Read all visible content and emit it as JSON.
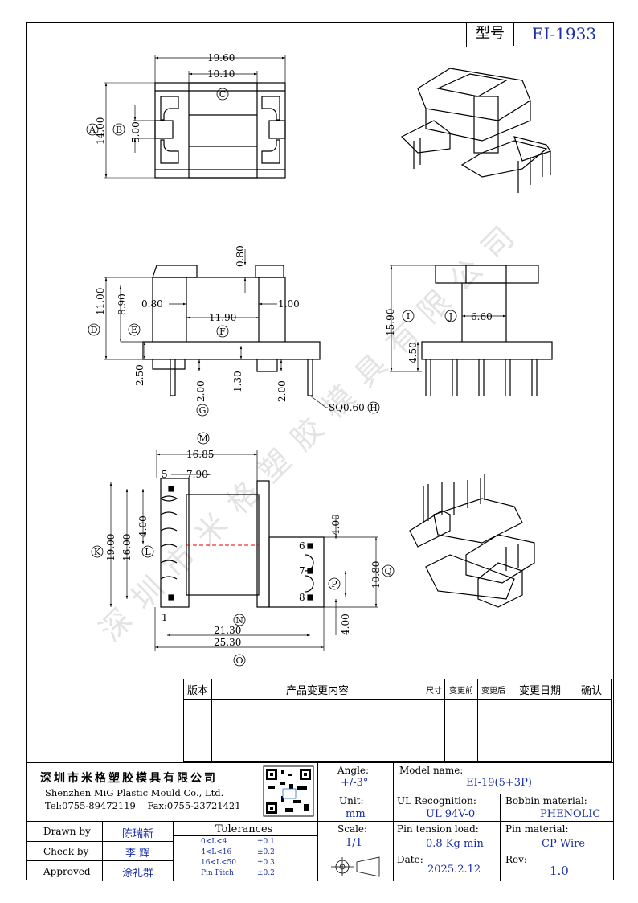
{
  "model": {
    "label": "型号",
    "value": "EI-1933"
  },
  "top_view": {
    "dims": [
      "19.60",
      "10.10",
      "14.00",
      "5.00"
    ],
    "circles": [
      "C",
      "A",
      "B"
    ]
  },
  "front_view": {
    "dims": [
      "0.80",
      "11.00",
      "8.90",
      "0.80",
      "11.90",
      "1.00",
      "2.50",
      "2.00",
      "1.30",
      "2.00",
      "SQ0.60"
    ],
    "circles": [
      "D",
      "E",
      "F",
      "G",
      "H"
    ]
  },
  "side_view": {
    "dims": [
      "15.90",
      "6.60",
      "4.50"
    ],
    "circles": [
      "I",
      "J"
    ]
  },
  "bottom_view": {
    "dims": [
      "16.85",
      "7.90",
      "4.00",
      "19.00",
      "16.00",
      "4.00",
      "10.80",
      "21.30",
      "25.30",
      "4.00"
    ],
    "pins": [
      "5",
      "1",
      "6",
      "7",
      "8"
    ],
    "circles": [
      "M",
      "K",
      "L",
      "P",
      "Q",
      "N",
      "O"
    ]
  },
  "watermark": "深圳市米格塑胶模具有限公司",
  "revision_table": {
    "headers": [
      "版本",
      "产品变更内容",
      "尺寸",
      "变更前",
      "变更后",
      "变更日期",
      "确认"
    ]
  },
  "company": {
    "name_cn": "深圳市米格塑胶模具有限公司",
    "name_en": "Shenzhen MiG Plastic Mould Co., Ltd.",
    "tel": "Tel:0755-89472119",
    "fax": "Fax:0755-23721421"
  },
  "angle": {
    "label": "Angle:",
    "value": "+/-3°"
  },
  "unit": {
    "label": "Unit:",
    "value": "mm"
  },
  "scale": {
    "label": "Scale:",
    "value": "1/1"
  },
  "model_name": {
    "label": "Model name:",
    "value": "EI-19(5+3P)"
  },
  "ul": {
    "label": "UL Recognition:",
    "value": "UL 94V-0"
  },
  "bobbin_material": {
    "label": "Bobbin material:",
    "value": "PHENOLIC"
  },
  "pin_tension": {
    "label": "Pin tension load:",
    "value": "0.8 Kg min"
  },
  "pin_material": {
    "label": "Pin material:",
    "value": "CP Wire"
  },
  "date": {
    "label": "Date:",
    "value": "2025.2.12"
  },
  "rev": {
    "label": "Rev:",
    "value": "1.0"
  },
  "signoff": [
    {
      "role": "Drawn by",
      "name": "陈瑞新"
    },
    {
      "role": "Check by",
      "name": "李 辉"
    },
    {
      "role": "Approved",
      "name": "涂礼群"
    }
  ],
  "tolerances": {
    "title": "Tolerances",
    "rows": [
      {
        "range": "0<L<4",
        "tol": "±0.1"
      },
      {
        "range": "4<L<16",
        "tol": "±0.2"
      },
      {
        "range": "16<L<50",
        "tol": "±0.3"
      },
      {
        "range": "Pin Pitch",
        "tol": "±0.2"
      }
    ]
  }
}
